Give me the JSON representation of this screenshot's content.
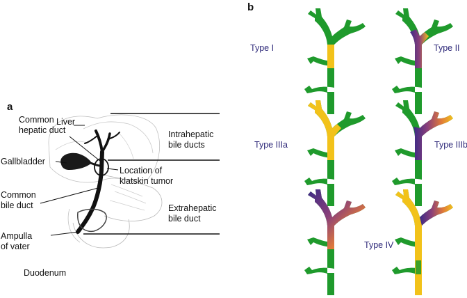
{
  "panel_a": {
    "letter": "a",
    "labels": {
      "liver": "Liver",
      "common_hepatic_1": "Common",
      "common_hepatic_2": "hepatic duct",
      "intrahepatic_1": "Intrahepatic",
      "intrahepatic_2": "bile ducts",
      "gallbladder": "Gallbladder",
      "location_1": "Location of",
      "location_2": "klatskin tumor",
      "common_bile_1": "Common",
      "common_bile_2": "bile duct",
      "extrahepatic_1": "Extrahepatic",
      "extrahepatic_2": "bile duct",
      "ampulla_1": "Ampulla",
      "ampulla_2": "of vater",
      "duodenum": "Duodenum"
    }
  },
  "panel_b": {
    "letter": "b",
    "types": [
      "Type I",
      "Type II",
      "Type IIIa",
      "Type IIIb",
      "Type IV"
    ]
  },
  "colors": {
    "duct_green": "#1f9a2c",
    "tumor_yellow": "#f2c21a",
    "tumor_purple": "#3b2a86",
    "type_label": "#2f2a7a"
  }
}
